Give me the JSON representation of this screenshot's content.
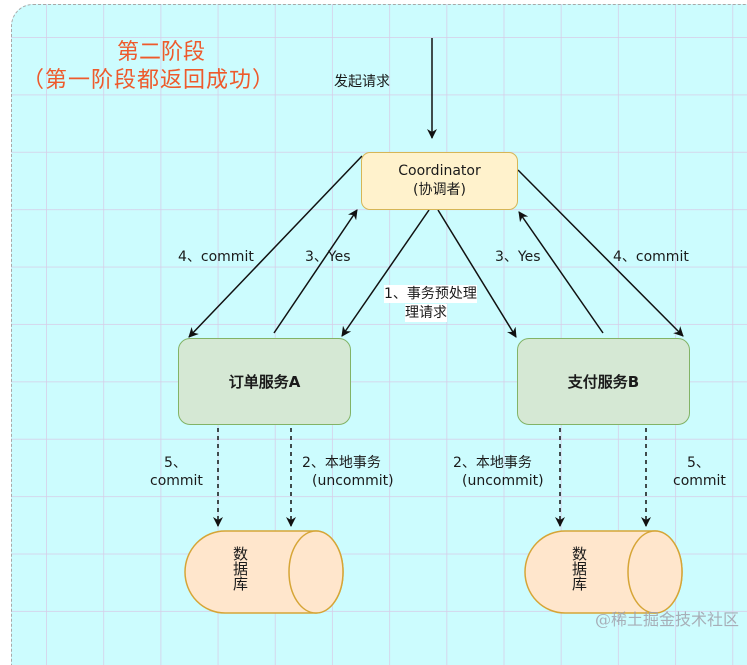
{
  "diagram": {
    "title_line1": "第二阶段",
    "title_line2": "（第一阶段都返回成功）",
    "request_label": "发起请求",
    "coordinator": {
      "name": "Coordinator",
      "subtitle": "(协调者)"
    },
    "services": [
      {
        "name": "订单服务A"
      },
      {
        "name": "支付服务B"
      }
    ],
    "databases": [
      {
        "name": "数据库"
      },
      {
        "name": "数据库"
      }
    ],
    "edge_labels": {
      "commit_a": "4、commit",
      "yes_a": "3、Yes",
      "prepare_line1": "1、事务预处理",
      "prepare_line2": "理请求",
      "yes_b": "3、Yes",
      "commit_b": "4、commit",
      "local_commit_a_line1": "5、",
      "local_commit_a_line2": "commit",
      "local_tx_a_line1": "2、本地事务",
      "local_tx_a_line2": "(uncommit)",
      "local_tx_b_line1": "2、本地事务",
      "local_tx_b_line2": "(uncommit)",
      "local_commit_b_line1": "5、",
      "local_commit_b_line2": "commit"
    },
    "colors": {
      "background": "#ccfcfe",
      "title": "#ee5a2c",
      "coordinator_fill": "#fff2cc",
      "coordinator_stroke": "#d6b656",
      "service_fill": "#d5e8d4",
      "service_stroke": "#82b366",
      "database_fill": "#ffe6cc",
      "database_stroke": "#d6a536"
    }
  },
  "watermark": "@稀土掘金技术社区"
}
